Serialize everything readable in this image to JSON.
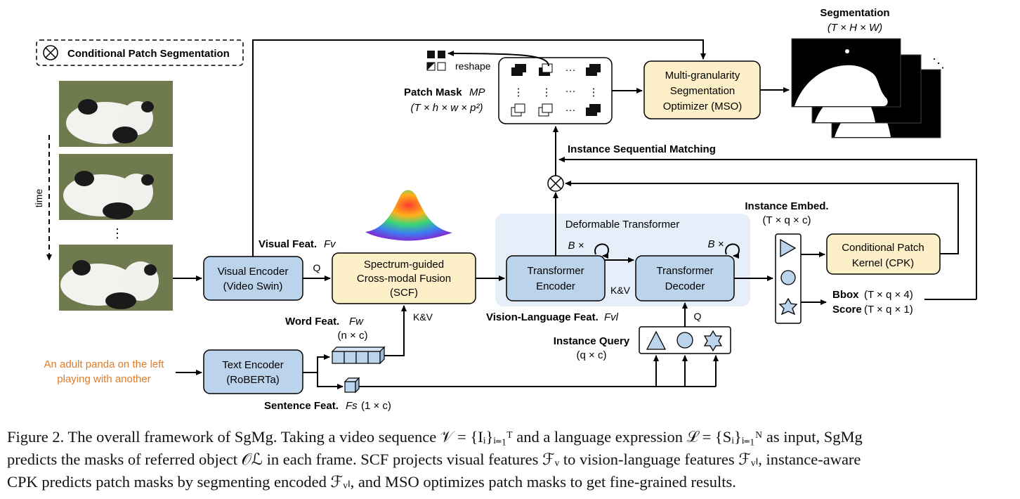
{
  "legend": {
    "label": "Conditional Patch Segmentation",
    "icon": "otimes-icon"
  },
  "input": {
    "time_label": "time",
    "ellipsis": "⋮",
    "text_query": [
      "An adult panda on the left",
      "playing with another"
    ],
    "text_color": "#e07b29"
  },
  "visual_feat": {
    "label": "Visual Feat.",
    "symbol": "Fv"
  },
  "visual_encoder": {
    "line1": "Visual Encoder",
    "line2": "(Video Swin)",
    "q_label": "Q"
  },
  "scf": {
    "line1": "Spectrum-guided",
    "line2": "Cross-modal Fusion",
    "line3": "(SCF)",
    "kv_label": "K&V"
  },
  "word_feat": {
    "label": "Word Feat.",
    "symbol": "Fw",
    "shape": "(n × c)"
  },
  "text_encoder": {
    "line1": "Text Encoder",
    "line2": "(RoBERTa)"
  },
  "sentence_feat": {
    "label": "Sentence Feat.",
    "symbol": "Fs",
    "shape": "(1 × c)"
  },
  "deformable": {
    "label": "Deformable Transformer",
    "repeat": "B ×"
  },
  "transformer_encoder": {
    "line1": "Transformer",
    "line2": "Encoder",
    "repeat": "B ×"
  },
  "transformer_decoder": {
    "line1": "Transformer",
    "line2": "Decoder",
    "kv_label": "K&V",
    "q_label": "Q"
  },
  "vl_feat": {
    "label": "Vision-Language Feat.",
    "symbol": "Fvl"
  },
  "instance_query": {
    "label": "Instance Query",
    "shape": "(q × c)"
  },
  "instance_embed": {
    "label": "Instance Embed.",
    "shape": "(T × q × c)"
  },
  "cpk": {
    "line1": "Conditional Patch",
    "line2": "Kernel (CPK)"
  },
  "outputs": {
    "bbox_label": "Bbox",
    "bbox_shape": "(T × q × 4)",
    "score_label": "Score",
    "score_shape": "(T × q × 1)"
  },
  "matching": {
    "label": "Instance Sequential Matching"
  },
  "patch_mask": {
    "label": "Patch Mask",
    "symbol": "MP",
    "shape": "(T × h × w × p²)",
    "reshape_label": "reshape",
    "dots": "···",
    "vdots": "⋮"
  },
  "mso": {
    "line1": "Multi-granularity",
    "line2": "Segmentation",
    "line3": "Optimizer (MSO)"
  },
  "segmentation": {
    "label": "Segmentation",
    "shape": "(T × H × W)",
    "dots": "⋱"
  },
  "colors": {
    "blue_box": "#bcd3ec",
    "yellow_box": "#fdf0c8",
    "panel": "#e6eff9"
  },
  "caption": {
    "line1": "Figure 2. The overall framework of SgMg. Taking a video sequence 𝒱 = {Iᵢ}ᵢ₌₁ᵀ and a language expression ℒ = {Sᵢ}ᵢ₌₁ᴺ as input, SgMg",
    "line2": "predicts the masks of referred object 𝒪ℒ in each frame. SCF projects visual features ℱᵥ to vision-language features ℱᵥₗ, instance-aware",
    "line3": "CPK predicts patch masks by segmenting encoded ℱᵥₗ, and MSO optimizes patch masks to get fine-grained results."
  }
}
